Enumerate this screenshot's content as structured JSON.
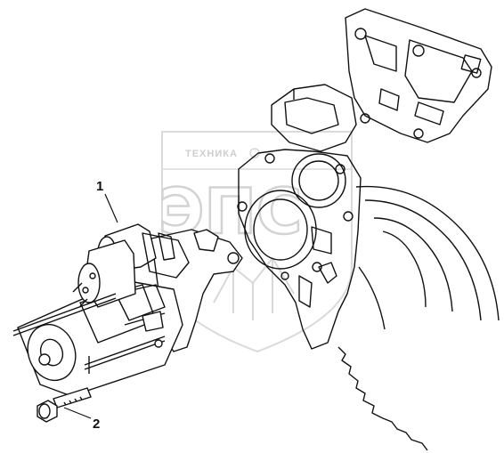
{
  "diagram": {
    "callouts": [
      {
        "id": "1",
        "label": "1",
        "part": "starter-motor"
      },
      {
        "id": "2",
        "label": "2",
        "part": "mounting-bolt"
      }
    ]
  },
  "watermark": {
    "brand_text": "ТЕХНИКА",
    "big_text": "ЭПС"
  },
  "colors": {
    "line": "#111111",
    "watermark": "#cfcfcf",
    "background": "#ffffff"
  }
}
